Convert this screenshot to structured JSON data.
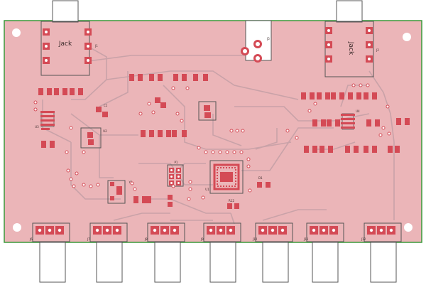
{
  "board": {
    "jack_left_label": "Jack",
    "jack_right_label": "Jack",
    "jack_left_ref": "J1",
    "jack_right_ref": "J2",
    "power_ref": "J5",
    "ic_left_ref": "U3",
    "ic_right_ref": "U4",
    "chip_ref": "U1",
    "reg_ref": "U2",
    "prog_ref": "P1",
    "c_ref": "C1",
    "osc_ref": "Y1",
    "r_ref": "R12",
    "led_ref": "D1",
    "bottom_refs": [
      "J6",
      "J7",
      "J8",
      "J9",
      "J10",
      "J11",
      "J12"
    ],
    "colors": {
      "board": "#ebb5b8",
      "outline": "#3a9a3a",
      "pad": "#d44a55",
      "trace": "#c8a8ae",
      "hole": "#ffffff",
      "silk": "#3a2a2a"
    }
  }
}
